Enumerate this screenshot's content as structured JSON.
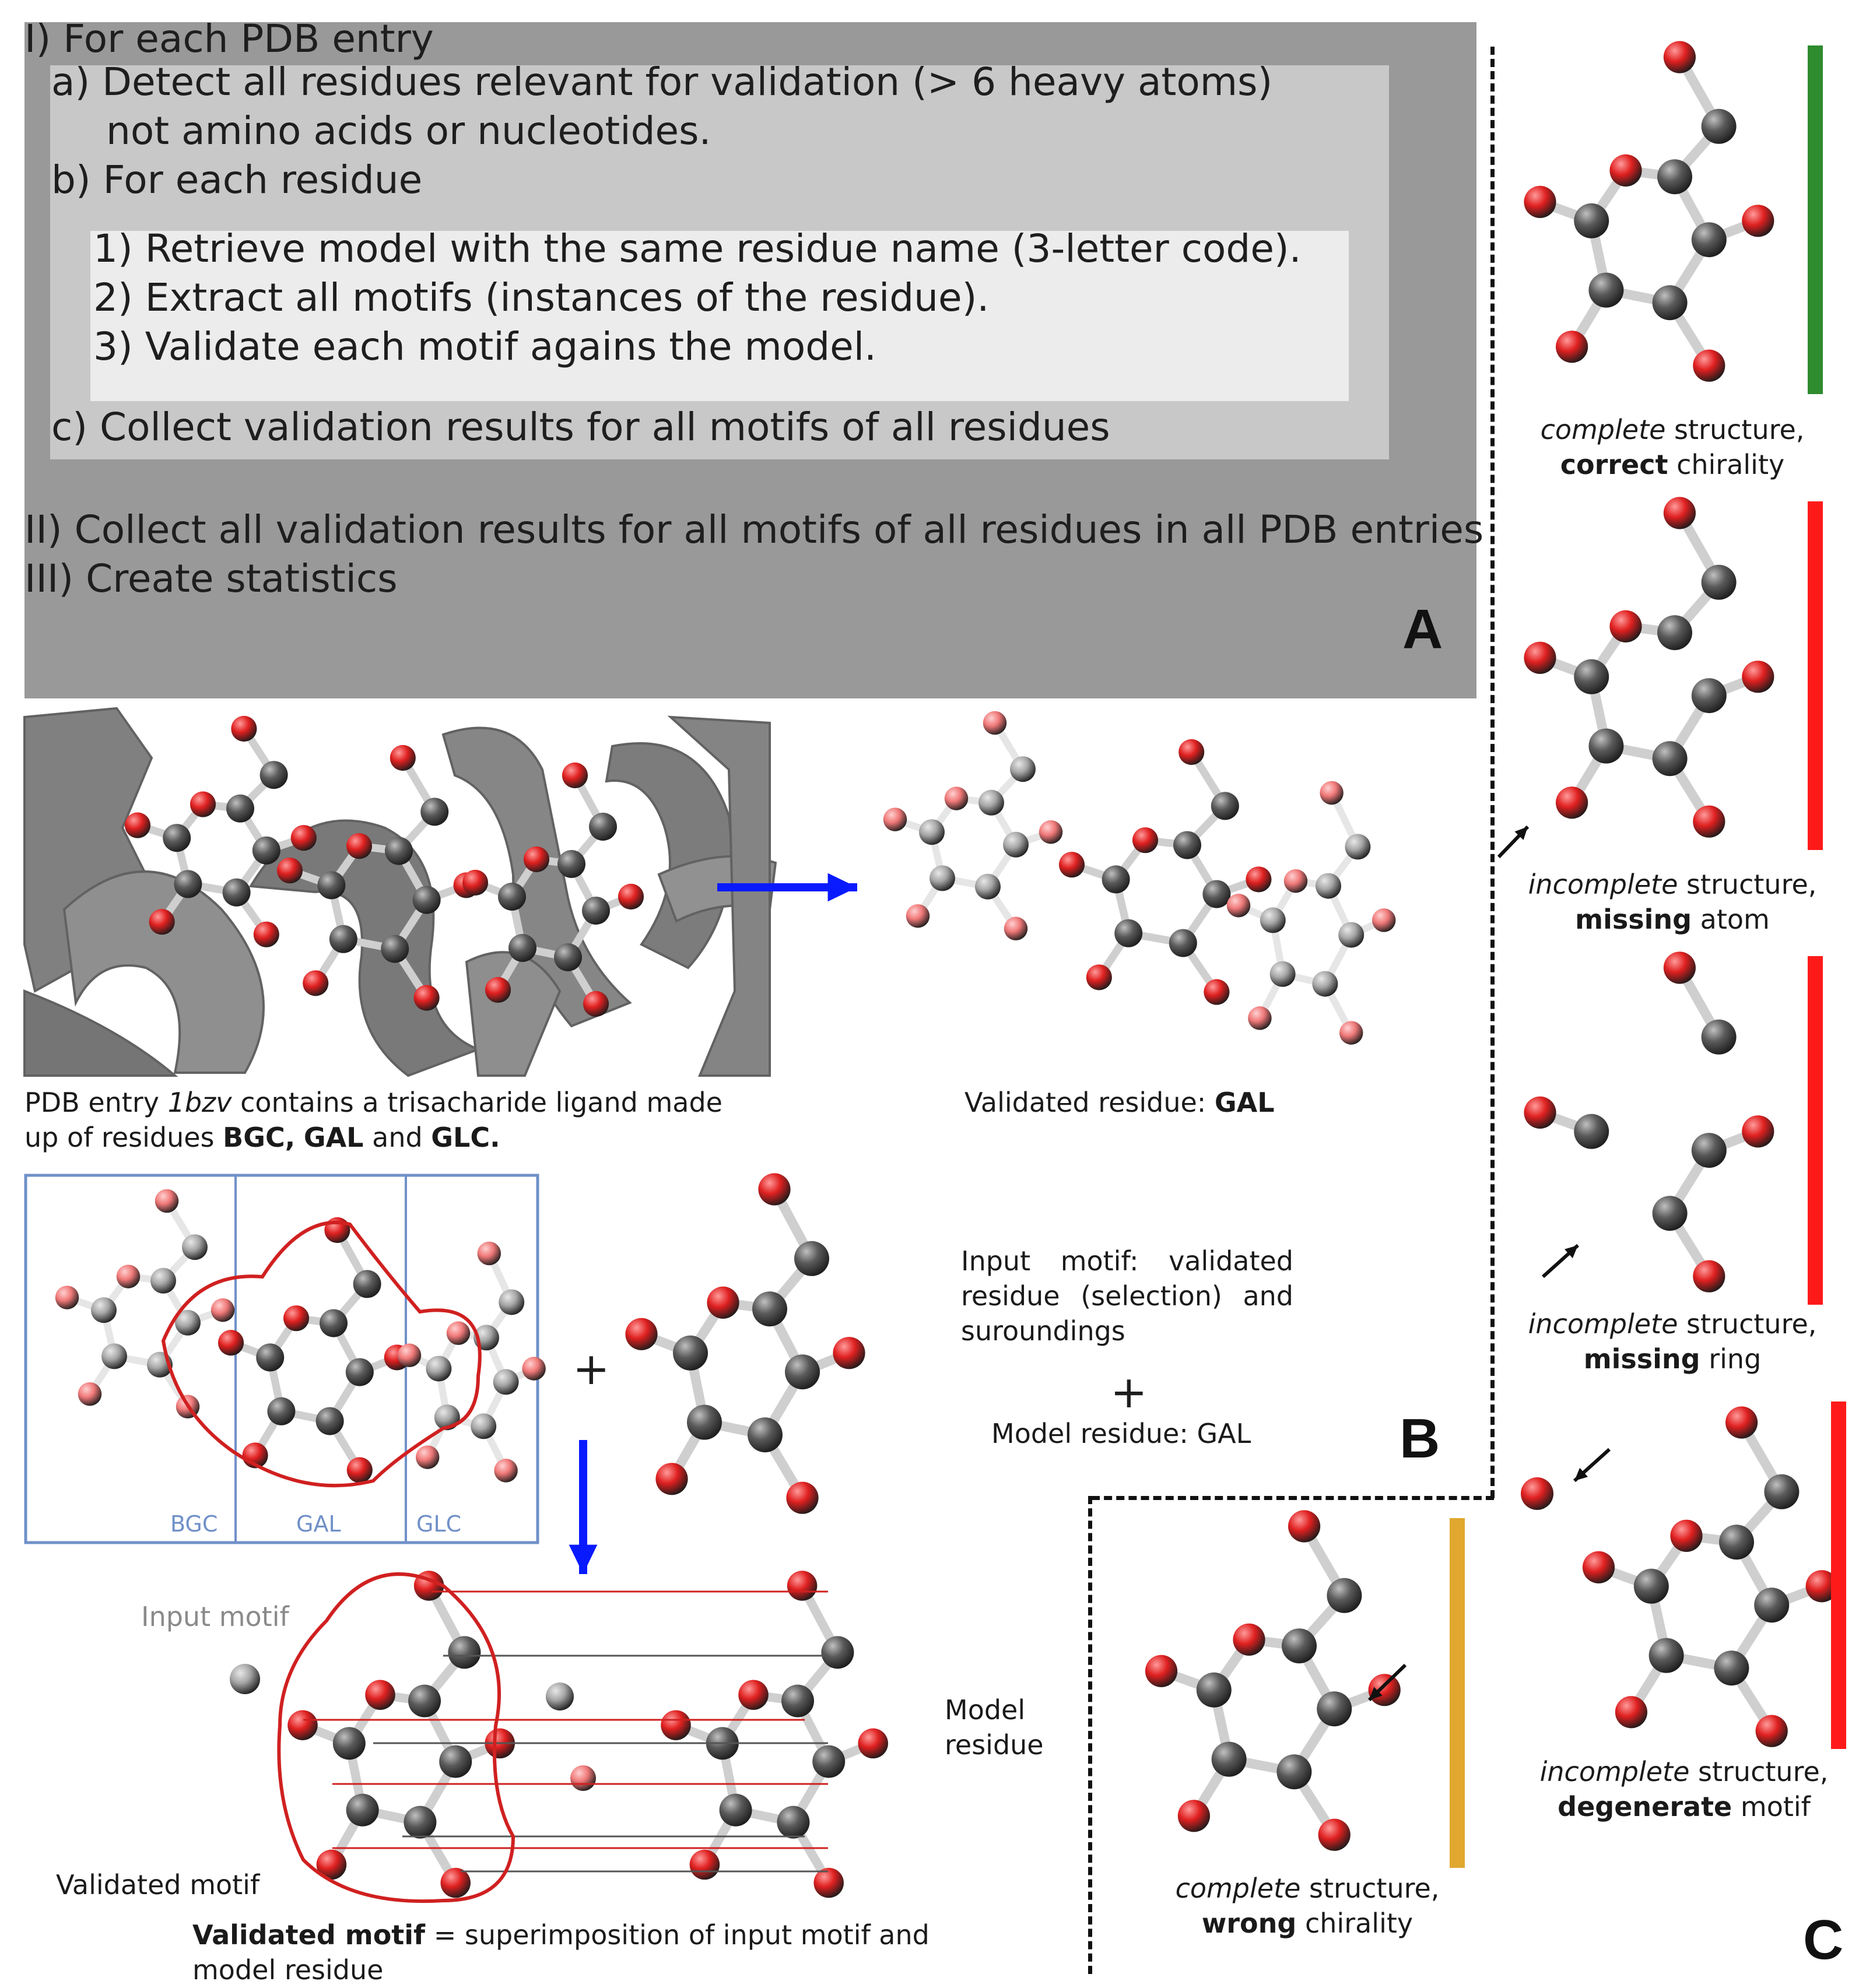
{
  "panel_a": {
    "step1": "I)   For each PDB entry",
    "step1a_1": "a) Detect all residues relevant for validation (> 6 heavy atoms)",
    "step1a_2": "not amino acids or nucleotides.",
    "step1b": "b) For each residue",
    "sub1": "1) Retrieve model with the same residue name (3-letter code).",
    "sub2": "2) Extract all motifs (instances of the residue).",
    "sub3": "3) Validate each motif agains the model.",
    "step1c": "c) Collect validation results for all motifs of all residues",
    "step2": "II)  Collect all validation results for all motifs of all residues in all PDB entries",
    "step3": "III) Create statistics",
    "label": "A"
  },
  "panel_b": {
    "caption_pdb_1": "PDB entry",
    "caption_pdb_id": "1bzv",
    "caption_pdb_2": "contains a trisacharide ligand made",
    "caption_pdb_3": "up of residues",
    "caption_res1": "BGC,",
    "caption_res2": "GAL",
    "caption_and": "and",
    "caption_res3": "GLC.",
    "validated_residue_prefix": "Validated residue:",
    "validated_residue": "GAL",
    "box_labels": [
      "BGC",
      "GAL",
      "GLC"
    ],
    "input_motif_desc": "Input motif: validated residue (selection) and suroundings",
    "plus": "+",
    "model_residue_desc": "Model residue: GAL",
    "input_motif_label": "Input motif",
    "validated_motif_label": "Validated motif",
    "model_residue_label_1": "Model",
    "model_residue_label_2": "residue",
    "superimp_bold": "Validated motif",
    "superimp_rest": "= superimposition of input motif and",
    "superimp_rest2": "model residue",
    "label": "B"
  },
  "panel_c": {
    "cases": [
      {
        "pre": "complete",
        "mid": " structure,",
        "bold": "correct",
        "post": " chirality",
        "bar_color": "#2e8b2e"
      },
      {
        "pre": "incomplete",
        "mid": " structure,",
        "bold": "missing",
        "post": " atom",
        "bar_color": "#ff1a1a"
      },
      {
        "pre": "incomplete",
        "mid": " structure,",
        "bold": "missing",
        "post": " ring",
        "bar_color": "#ff1a1a"
      },
      {
        "pre": "incomplete",
        "mid": " structure,",
        "bold": "degenerate",
        "post": " motif",
        "bar_color": "#ff1a1a"
      },
      {
        "pre": "complete",
        "mid": " structure,",
        "bold": "wrong",
        "post": " chirality",
        "bar_color": "#e0a82e"
      }
    ],
    "label": "C"
  },
  "colors": {
    "oxygen": "#e02020",
    "carbon": "#5a5a5a",
    "bond": "#cfcfcf",
    "blue_arrow": "#0a1aff",
    "box_blue": "#7090c8",
    "outline_red": "#d02020"
  }
}
